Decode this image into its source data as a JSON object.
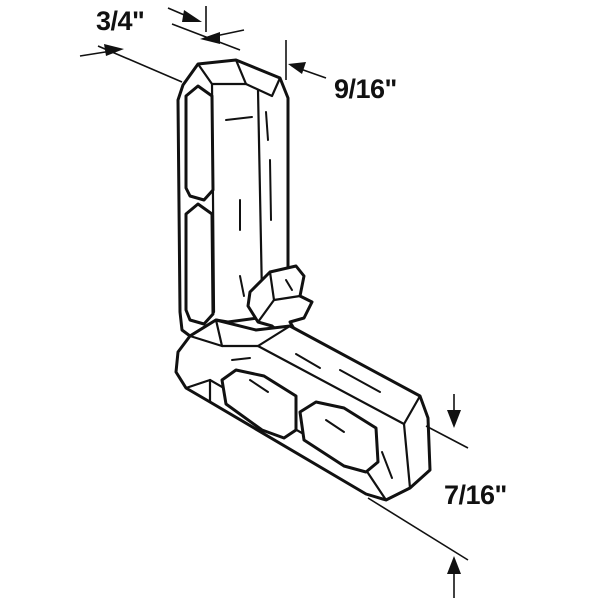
{
  "dimensions": {
    "width_label": "3/4\"",
    "depth_label": "9/16\"",
    "height_label": "7/16\""
  },
  "colors": {
    "line": "#111111",
    "background": "#ffffff"
  }
}
